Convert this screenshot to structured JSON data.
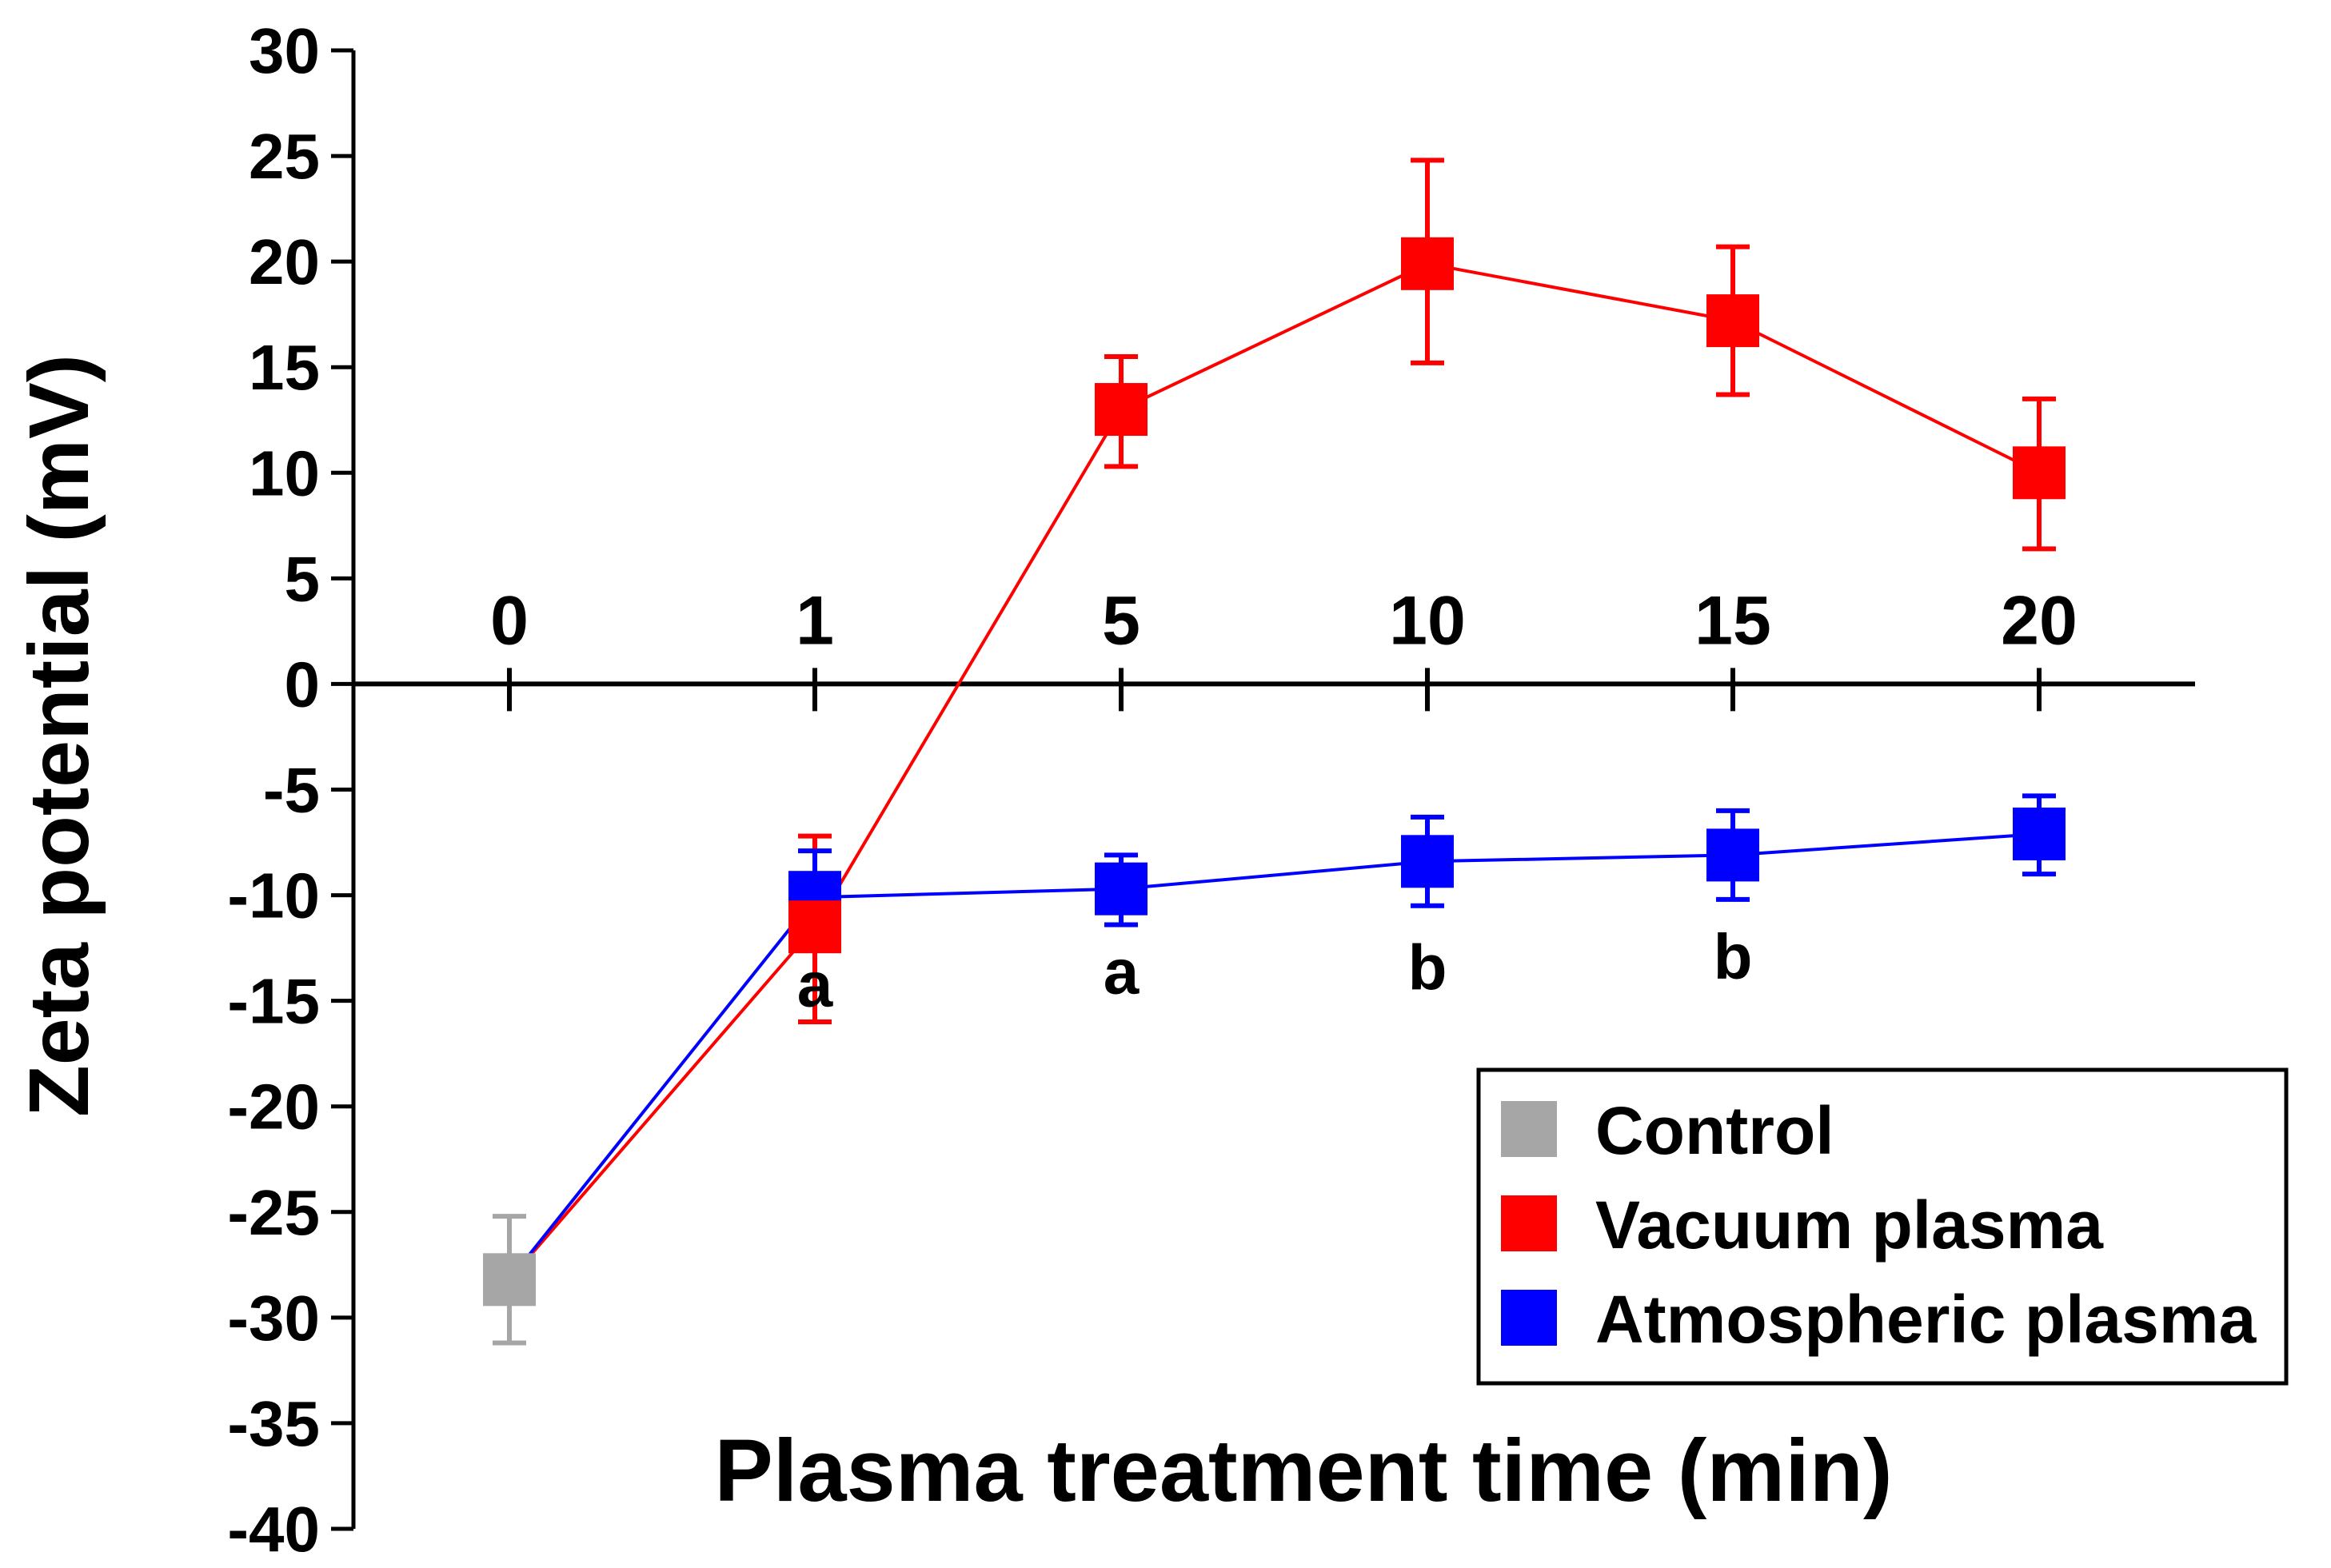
{
  "chart_data": {
    "type": "line",
    "title": "",
    "xlabel": "Plasma treatment time (min)",
    "ylabel": "Zeta potential (mV)",
    "ylim": [
      -40,
      30
    ],
    "yticks": [
      30,
      25,
      20,
      15,
      10,
      5,
      0,
      -5,
      -10,
      -15,
      -20,
      -25,
      -30,
      -35,
      -40
    ],
    "categories": [
      "0",
      "1",
      "5",
      "10",
      "15",
      "20"
    ],
    "x_axis_crosses_at_y": 0,
    "grid": false,
    "legend_position": "bottom-right",
    "series": [
      {
        "name": "Control",
        "color": "#a6a6a6",
        "points": [
          {
            "category": "0",
            "y": -28.2,
            "err_low": -31.2,
            "err_high": -25.2
          }
        ]
      },
      {
        "name": "Vacuum plasma",
        "color": "#ff0000",
        "points": [
          {
            "category": "0",
            "y": -28.2,
            "err_low": null,
            "err_high": null
          },
          {
            "category": "1",
            "y": -11.5,
            "err_low": -16.0,
            "err_high": -7.2
          },
          {
            "category": "5",
            "y": 13.0,
            "err_low": 10.3,
            "err_high": 15.5
          },
          {
            "category": "10",
            "y": 19.9,
            "err_low": 15.2,
            "err_high": 24.8
          },
          {
            "category": "15",
            "y": 17.2,
            "err_low": 13.7,
            "err_high": 20.7
          },
          {
            "category": "20",
            "y": 10.0,
            "err_low": 6.4,
            "err_high": 13.5
          }
        ]
      },
      {
        "name": "Atmospheric plasma",
        "color": "#0000ff",
        "points": [
          {
            "category": "0",
            "y": -28.2,
            "err_low": null,
            "err_high": null
          },
          {
            "category": "1",
            "y": -10.1,
            "err_low": -12.2,
            "err_high": -7.9
          },
          {
            "category": "5",
            "y": -9.7,
            "err_low": -11.4,
            "err_high": -8.1
          },
          {
            "category": "10",
            "y": -8.4,
            "err_low": -10.5,
            "err_high": -6.3
          },
          {
            "category": "15",
            "y": -8.1,
            "err_low": -10.2,
            "err_high": -6.0
          },
          {
            "category": "20",
            "y": -7.1,
            "err_low": -9.0,
            "err_high": -5.3
          }
        ]
      }
    ],
    "annotations": [
      {
        "text": "a",
        "category": "1",
        "y": -14.2
      },
      {
        "text": "a",
        "category": "5",
        "y": -13.6
      },
      {
        "text": "b",
        "category": "10",
        "y": -13.4
      },
      {
        "text": "b",
        "category": "15",
        "y": -12.9
      }
    ]
  }
}
